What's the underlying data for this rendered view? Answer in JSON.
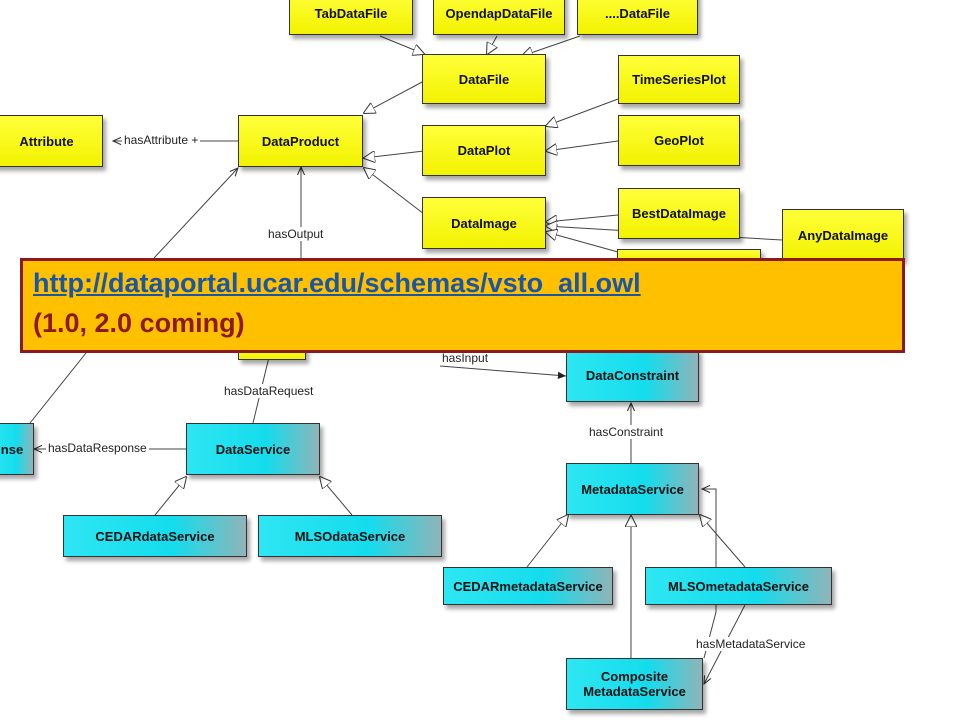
{
  "nodes": {
    "tabdatafile": "TabDataFile",
    "opendapdatafile": "OpendapDataFile",
    "dotdatafile": "....DataFile",
    "datafile": "DataFile",
    "timeseriesplot": "TimeSeriesPlot",
    "attribute": "Attribute",
    "dataproduct": "DataProduct",
    "dataplot": "DataPlot",
    "geoplot": "GeoPlot",
    "dataimage": "DataImage",
    "bestdataimage": "BestDataImage",
    "anydataimage": "AnyDataImage",
    "dataconstraint": "DataConstraint",
    "response_partial": "nse",
    "dataservice": "DataService",
    "cedardataservice": "CEDARdataService",
    "mlsodataservice": "MLSOdataService",
    "metadataservice": "MetadataService",
    "cedarmetadataservice": "CEDARmetadataService",
    "mlsometadataservice": "MLSOmetadataService",
    "composite_line1": "Composite",
    "composite_line2": "MetadataService"
  },
  "edge_labels": {
    "hasattribute": "hasAttribute +",
    "hasoutput": "hasOutput",
    "hasinput": "hasInput",
    "hasdatarequest": "hasDataRequest",
    "hasdataresponse": "hasDataResponse",
    "hasconstraint": "hasConstraint",
    "hasmetadataservice": "hasMetadataService"
  },
  "callout": {
    "link": "http://dataportal.ucar.edu/schemas/vsto_all.owl",
    "subtitle": "(1.0, 2.0 coming)"
  },
  "colors": {
    "class_yellow": "#ffff1a",
    "service_cyan": "#19e1ef",
    "callout_fill": "#ffc000",
    "callout_border": "#8c1a1a",
    "link_blue": "#1a56a6"
  }
}
